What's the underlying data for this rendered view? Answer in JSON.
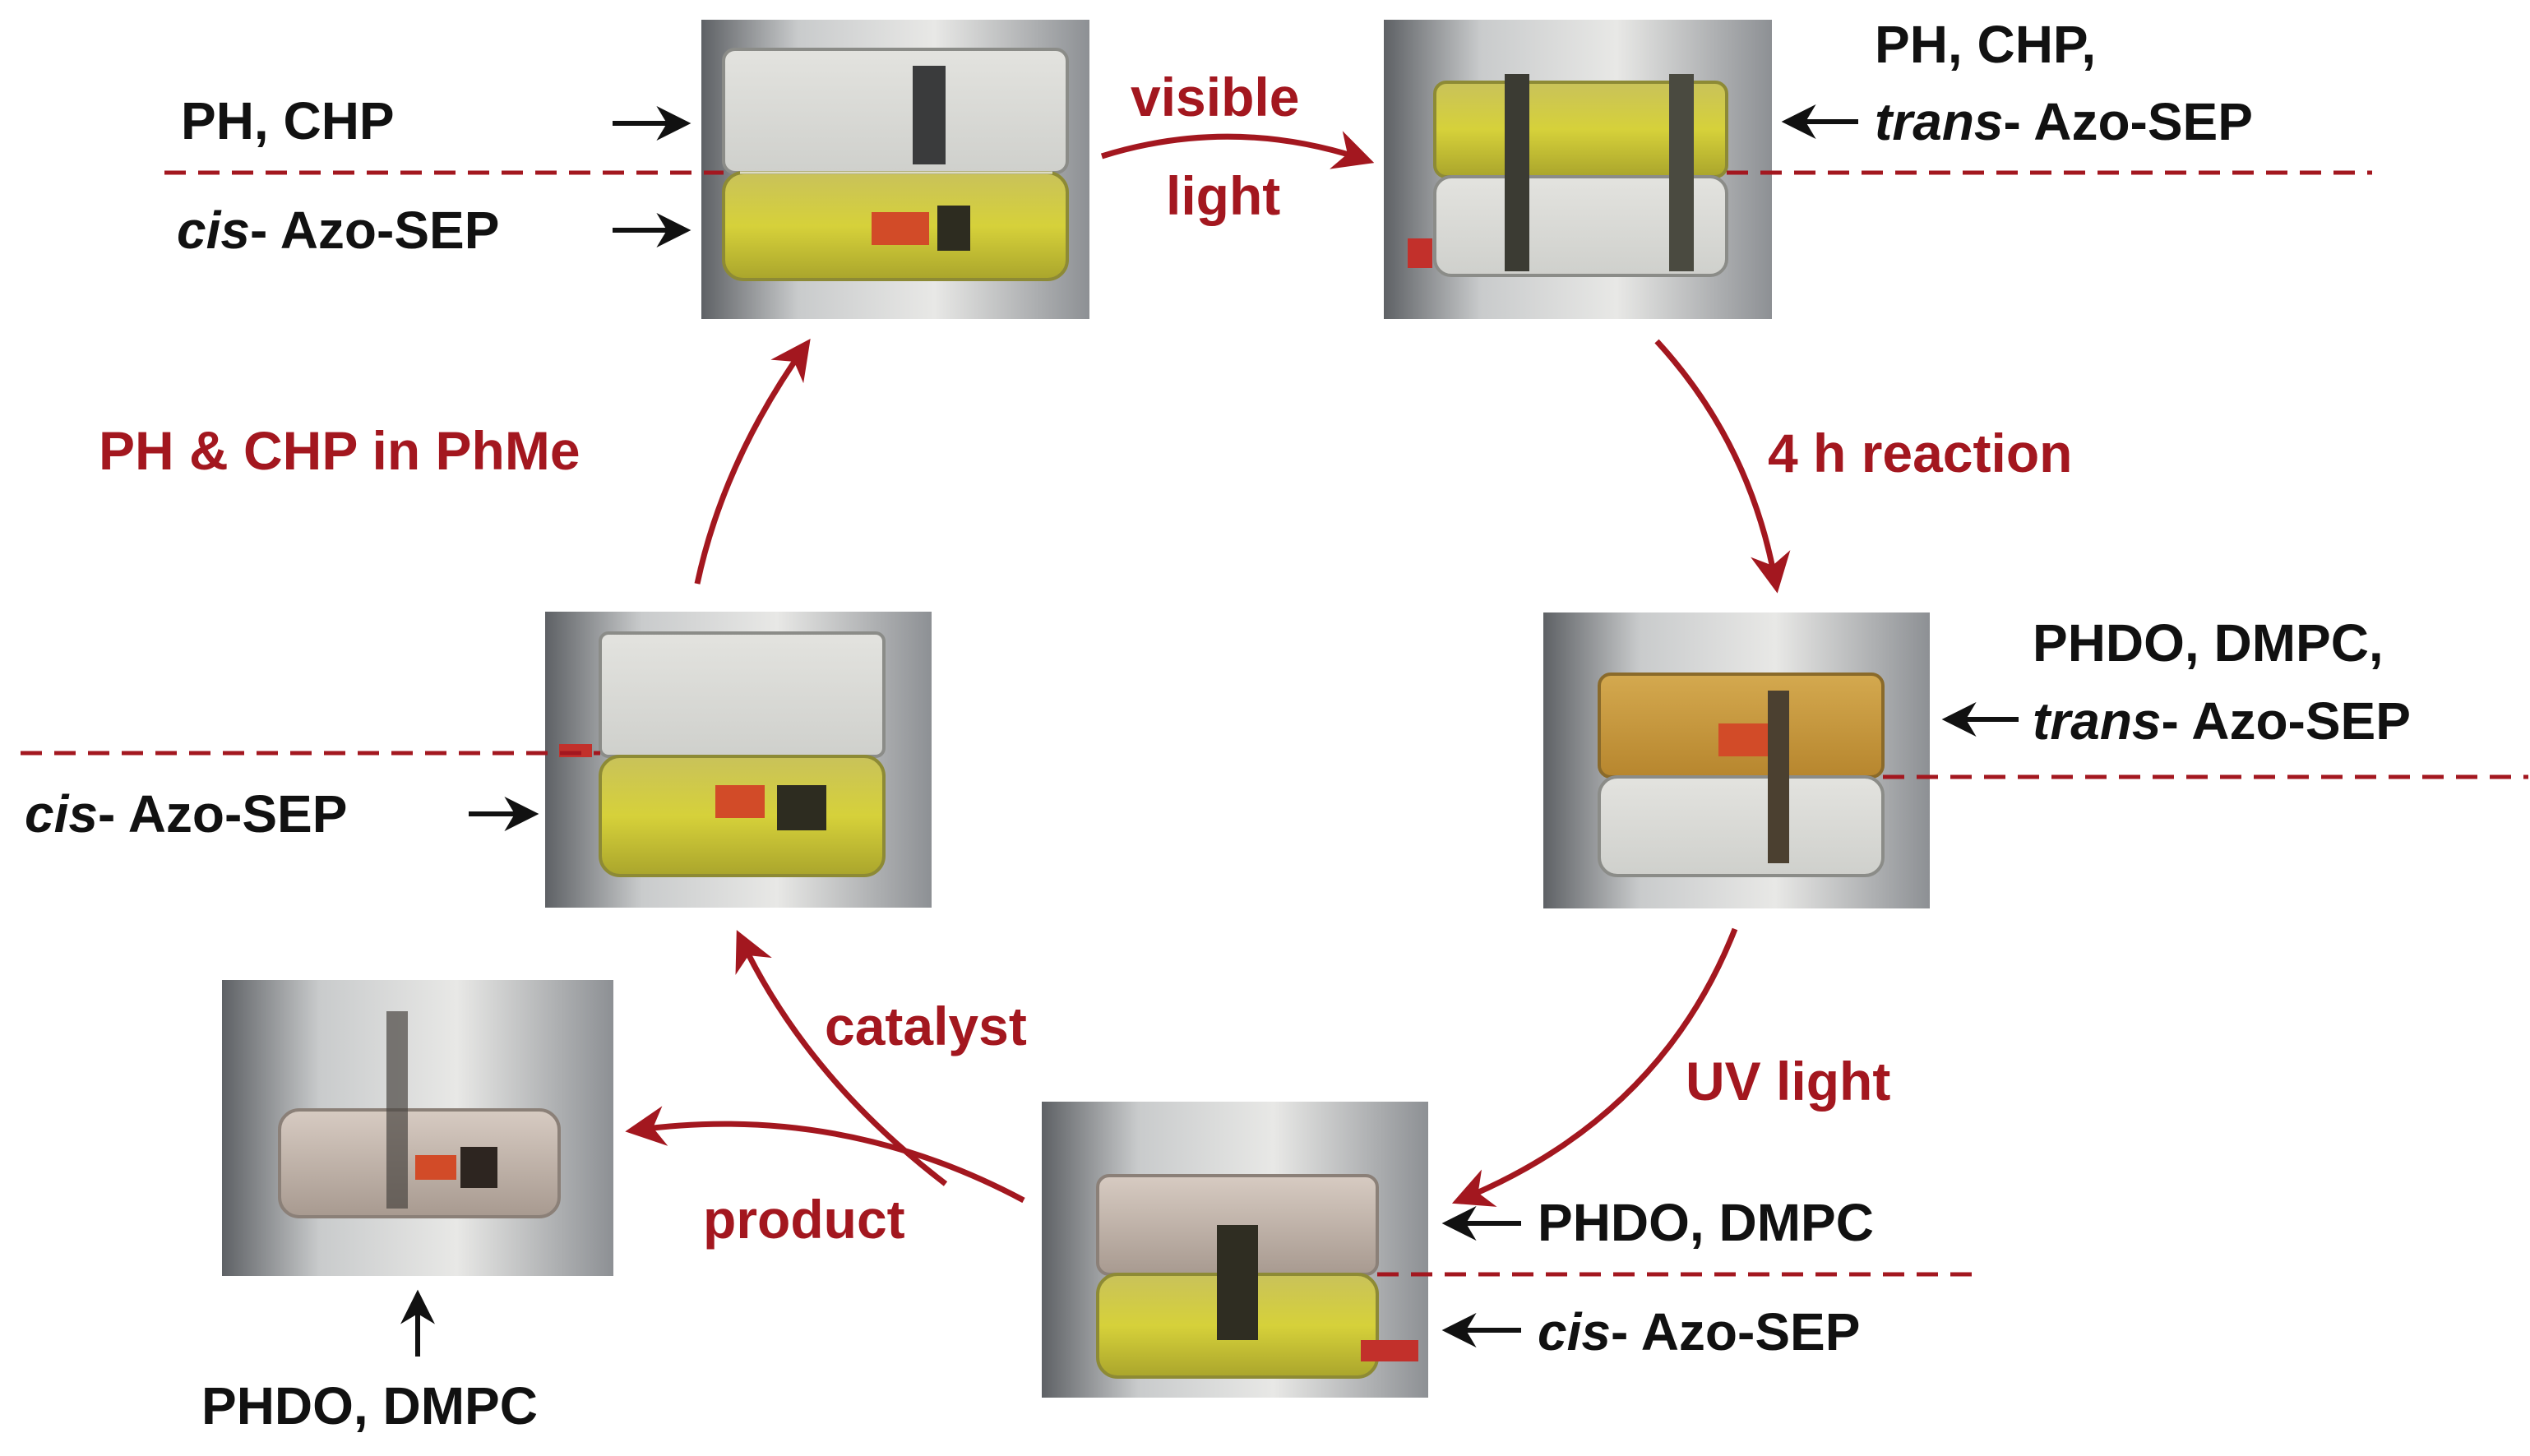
{
  "colors": {
    "accent_red": "#a3171f",
    "label_black": "#111111",
    "background": "#ffffff"
  },
  "vials": [
    {
      "name": "vial-top-left",
      "layers": [
        "clear-top",
        "yellow-bottom"
      ]
    },
    {
      "name": "vial-top-right",
      "layers": [
        "yellow-top",
        "clear-bottom"
      ]
    },
    {
      "name": "vial-right",
      "layers": [
        "orange-top",
        "clear-bottom"
      ]
    },
    {
      "name": "vial-bottom-center",
      "layers": [
        "clear-top",
        "yellow-bottom"
      ]
    },
    {
      "name": "vial-left",
      "layers": [
        "clear-top",
        "yellow-bottom"
      ]
    },
    {
      "name": "vial-bottom-left",
      "layers": [
        "single-clear-product"
      ]
    }
  ],
  "labels": {
    "top_left": {
      "upper": "PH, CHP",
      "lower_italic": "cis",
      "lower_rest": "- Azo-SEP"
    },
    "top_right": {
      "line1": "PH, CHP,",
      "line2_italic": "trans",
      "line2_rest": "- Azo-SEP"
    },
    "right": {
      "line1": "PHDO, DMPC,",
      "line2_italic": "trans",
      "line2_rest": "- Azo-SEP"
    },
    "bottom_center": {
      "upper": "PHDO, DMPC",
      "lower_italic": "cis",
      "lower_rest": "- Azo-SEP"
    },
    "left": {
      "italic": "cis",
      "rest": "- Azo-SEP"
    },
    "bottom_left": {
      "text": "PHDO, DMPC"
    }
  },
  "steps": {
    "visible_line1": "visible",
    "visible_line2": "light",
    "reaction": "4 h reaction",
    "uv": "UV light",
    "catalyst": "catalyst",
    "product": "product",
    "ph_chp": "PH & CHP in PhMe"
  }
}
